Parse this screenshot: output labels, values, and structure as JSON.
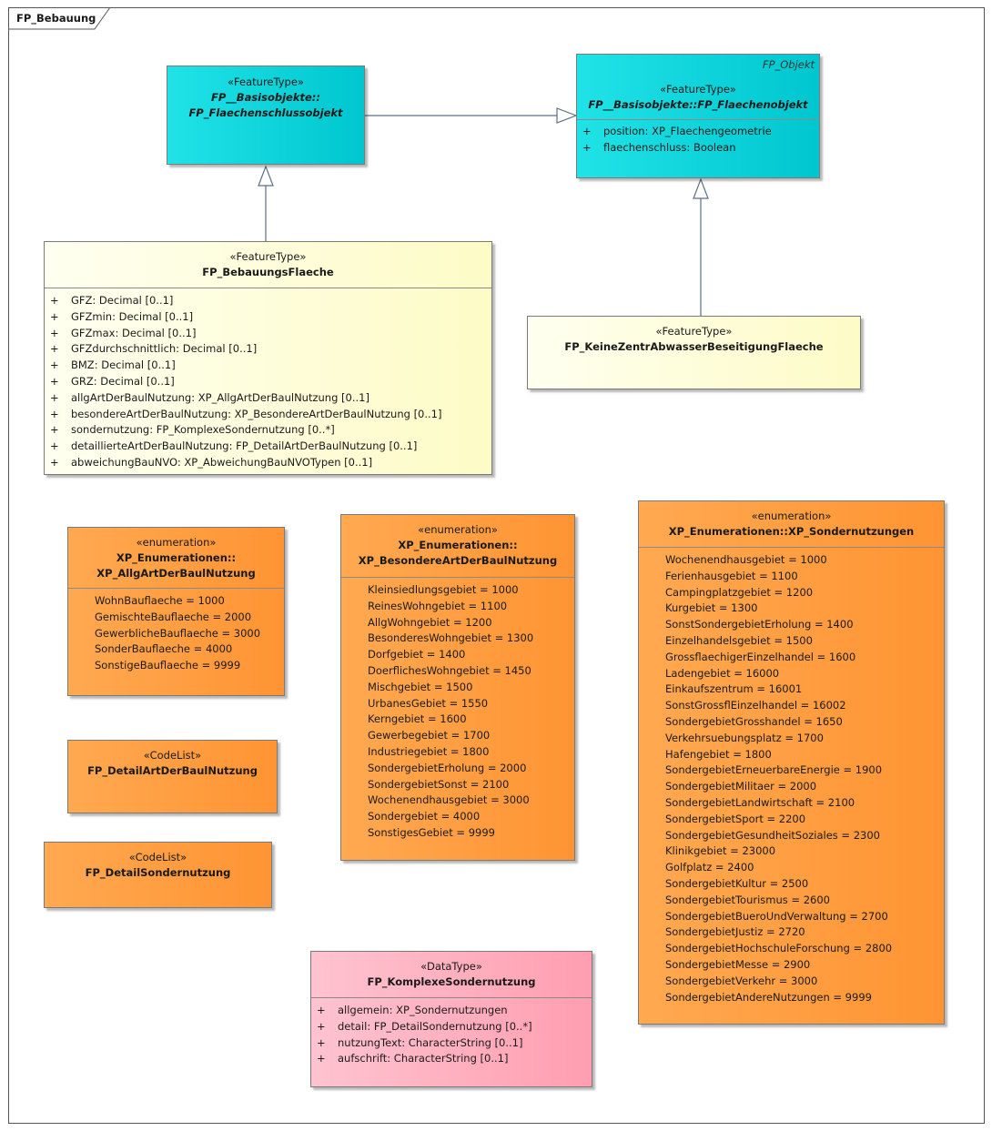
{
  "frame": {
    "title": "FP_Bebauung"
  },
  "classes": {
    "flaechenschluss": {
      "stereotype": "«FeatureType»",
      "name_line1": "FP__Basisobjekte::",
      "name_line2": "FP_Flaechenschlussobjekt"
    },
    "flaechenobjekt": {
      "tag": "FP_Objekt",
      "stereotype": "«FeatureType»",
      "name": "FP__Basisobjekte::FP_Flaechenobjekt",
      "attributes": [
        {
          "vis": "+",
          "text": "position: XP_Flaechengeometrie"
        },
        {
          "vis": "+",
          "text": "flaechenschluss: Boolean"
        }
      ]
    },
    "bebauungsflaeche": {
      "stereotype": "«FeatureType»",
      "name": "FP_BebauungsFlaeche",
      "attributes": [
        {
          "vis": "+",
          "text": "GFZ: Decimal [0..1]"
        },
        {
          "vis": "+",
          "text": "GFZmin: Decimal [0..1]"
        },
        {
          "vis": "+",
          "text": "GFZmax: Decimal [0..1]"
        },
        {
          "vis": "+",
          "text": "GFZdurchschnittlich: Decimal [0..1]"
        },
        {
          "vis": "+",
          "text": "BMZ: Decimal [0..1]"
        },
        {
          "vis": "+",
          "text": "GRZ: Decimal [0..1]"
        },
        {
          "vis": "+",
          "text": "allgArtDerBaulNutzung: XP_AllgArtDerBaulNutzung [0..1]"
        },
        {
          "vis": "+",
          "text": "besondereArtDerBaulNutzung: XP_BesondereArtDerBaulNutzung [0..1]"
        },
        {
          "vis": "+",
          "text": "sondernutzung: FP_KomplexeSondernutzung [0..*]"
        },
        {
          "vis": "+",
          "text": "detaillierteArtDerBaulNutzung: FP_DetailArtDerBaulNutzung [0..1]"
        },
        {
          "vis": "+",
          "text": "abweichungBauNVO: XP_AbweichungBauNVOTypen [0..1]"
        }
      ]
    },
    "keinezentr": {
      "stereotype": "«FeatureType»",
      "name": "FP_KeineZentrAbwasserBeseitigungFlaeche"
    },
    "allgart": {
      "stereotype": "«enumeration»",
      "name_line1": "XP_Enumerationen::",
      "name_line2": "XP_AllgArtDerBaulNutzung",
      "literals": [
        "WohnBauflaeche = 1000",
        "GemischteBauflaeche = 2000",
        "GewerblicheBauflaeche = 3000",
        "SonderBauflaeche = 4000",
        "SonstigeBauflaeche = 9999"
      ]
    },
    "besondereart": {
      "stereotype": "«enumeration»",
      "name_line1": "XP_Enumerationen::",
      "name_line2": "XP_BesondereArtDerBaulNutzung",
      "literals": [
        "Kleinsiedlungsgebiet = 1000",
        "ReinesWohngebiet = 1100",
        "AllgWohngebiet = 1200",
        "BesonderesWohngebiet = 1300",
        "Dorfgebiet = 1400",
        "DoerflichesWohngebiet = 1450",
        "Mischgebiet = 1500",
        "UrbanesGebiet = 1550",
        "Kerngebiet = 1600",
        "Gewerbegebiet = 1700",
        "Industriegebiet = 1800",
        "SondergebietErholung = 2000",
        "SondergebietSonst = 2100",
        "Wochenendhausgebiet = 3000",
        "Sondergebiet = 4000",
        "SonstigesGebiet = 9999"
      ]
    },
    "sondernutzungen": {
      "stereotype": "«enumeration»",
      "name": "XP_Enumerationen::XP_Sondernutzungen",
      "literals": [
        "Wochenendhausgebiet = 1000",
        "Ferienhausgebiet = 1100",
        "Campingplatzgebiet = 1200",
        "Kurgebiet = 1300",
        "SonstSondergebietErholung = 1400",
        "Einzelhandelsgebiet = 1500",
        "GrossflaechigerEinzelhandel = 1600",
        "Ladengebiet = 16000",
        "Einkaufszentrum = 16001",
        "SonstGrossflEinzelhandel = 16002",
        "SondergebietGrosshandel = 1650",
        "Verkehrsuebungsplatz = 1700",
        "Hafengebiet = 1800",
        "SondergebietErneuerbareEnergie = 1900",
        "SondergebietMilitaer = 2000",
        "SondergebietLandwirtschaft = 2100",
        "SondergebietSport = 2200",
        "SondergebietGesundheitSoziales = 2300",
        "Klinikgebiet = 23000",
        "Golfplatz = 2400",
        "SondergebietKultur = 2500",
        "SondergebietTourismus = 2600",
        "SondergebietBueroUndVerwaltung = 2700",
        "SondergebietJustiz = 2720",
        "SondergebietHochschuleForschung = 2800",
        "SondergebietMesse = 2900",
        "SondergebietVerkehr = 3000",
        "SondergebietAndereNutzungen = 9999"
      ]
    },
    "detailart": {
      "stereotype": "«CodeList»",
      "name": "FP_DetailArtDerBaulNutzung"
    },
    "detailsonder": {
      "stereotype": "«CodeList»",
      "name": "FP_DetailSondernutzung"
    },
    "komplexe": {
      "stereotype": "«DataType»",
      "name": "FP_KomplexeSondernutzung",
      "attributes": [
        {
          "vis": "+",
          "text": "allgemein: XP_Sondernutzungen"
        },
        {
          "vis": "+",
          "text": "detail: FP_DetailSondernutzung [0..*]"
        },
        {
          "vis": "+",
          "text": "nutzungText: CharacterString [0..1]"
        },
        {
          "vis": "+",
          "text": "aufschrift: CharacterString [0..1]"
        }
      ]
    }
  },
  "colors": {
    "featuretype_cyan": "#00d2d8",
    "featuretype_yellow": "#fefcd8",
    "enumeration_orange": "#ff9e40",
    "datatype_pink": "#ffb0c0"
  }
}
